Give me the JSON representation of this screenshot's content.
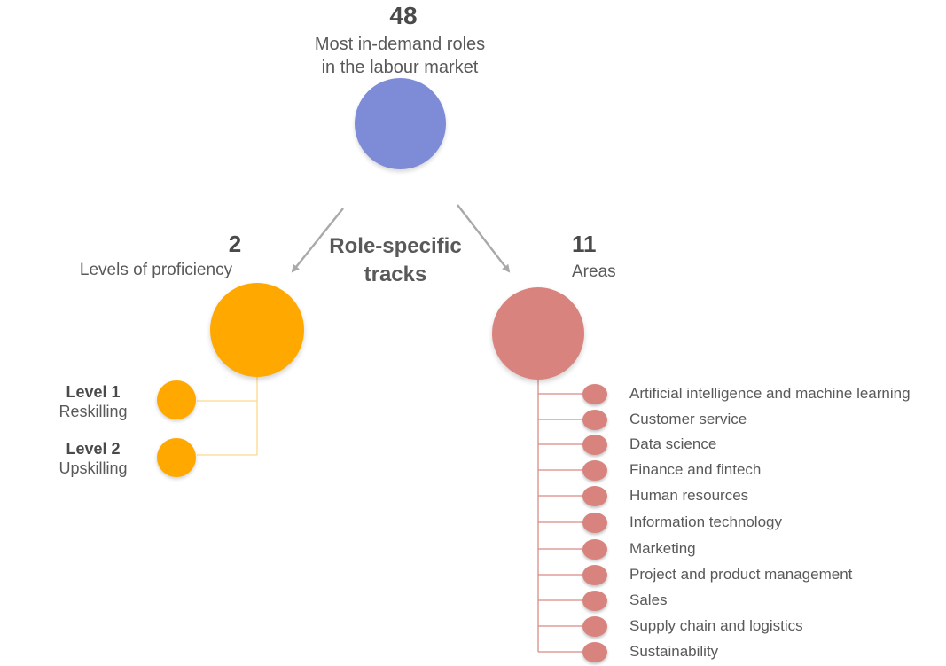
{
  "colors": {
    "purple": "#7E8CD8",
    "orange": "#FFA800",
    "salmon": "#D9837E",
    "text_dark": "#4A4A4A",
    "text_gray": "#595959",
    "arrow_gray": "#A9A9A9",
    "line_yellow": "#FCD98C",
    "line_salmon": "#DB8B85"
  },
  "root": {
    "count": "48",
    "label_line1": "Most in-demand roles",
    "label_line2": "in the labour market"
  },
  "center_label": {
    "line1": "Role-specific",
    "line2": "tracks"
  },
  "left": {
    "count": "2",
    "label": "Levels of proficiency",
    "levels": [
      {
        "title": "Level 1",
        "subtitle": "Reskilling"
      },
      {
        "title": "Level 2",
        "subtitle": "Upskilling"
      }
    ]
  },
  "right": {
    "count": "11",
    "label": "Areas",
    "areas": [
      "Artificial intelligence and machine learning",
      "Customer service",
      "Data science",
      "Finance and fintech",
      "Human resources",
      "Information technology",
      "Marketing",
      "Project and product management",
      "Sales",
      "Supply chain and logistics",
      "Sustainability"
    ]
  }
}
